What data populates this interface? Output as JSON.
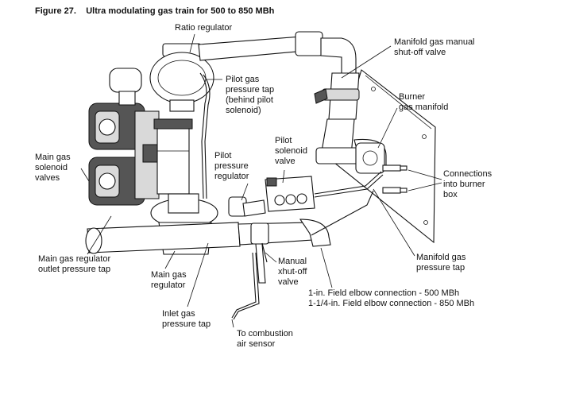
{
  "figure": {
    "number": "Figure 27.",
    "title": "Ultra modulating gas train for 500 to 850 MBh"
  },
  "labels": {
    "ratio_regulator": "Ratio regulator",
    "manifold_manual_shutoff": "Manifold gas manual\nshut-off valve",
    "pilot_pressure_tap": "Pilot gas\npressure tap\n(behind pilot\nsolenoid)",
    "burner_manifold": "Burner\ngas manifold",
    "pilot_solenoid": "Pilot\nsolenoid\nvalve",
    "main_solenoids": "Main gas\nsolenoid\nvalves",
    "pilot_regulator": "Pilot\npressure\nregulator",
    "burner_connections": "Connections\ninto burner\nbox",
    "main_reg_outlet_tap": "Main gas regulator\noutlet pressure tap",
    "manifold_pressure_tap": "Manifold gas\npressure tap",
    "main_regulator": "Main gas\nregulator",
    "manual_shutoff": "Manual\nxhut-off\nvalve",
    "field_elbow": "1-in. Field elbow connection - 500 MBh\n1-1/4-in. Field elbow connection - 850 MBh",
    "inlet_pressure_tap": "Inlet gas\npressure tap",
    "combustion_sensor": "To combustion\nair sensor"
  }
}
